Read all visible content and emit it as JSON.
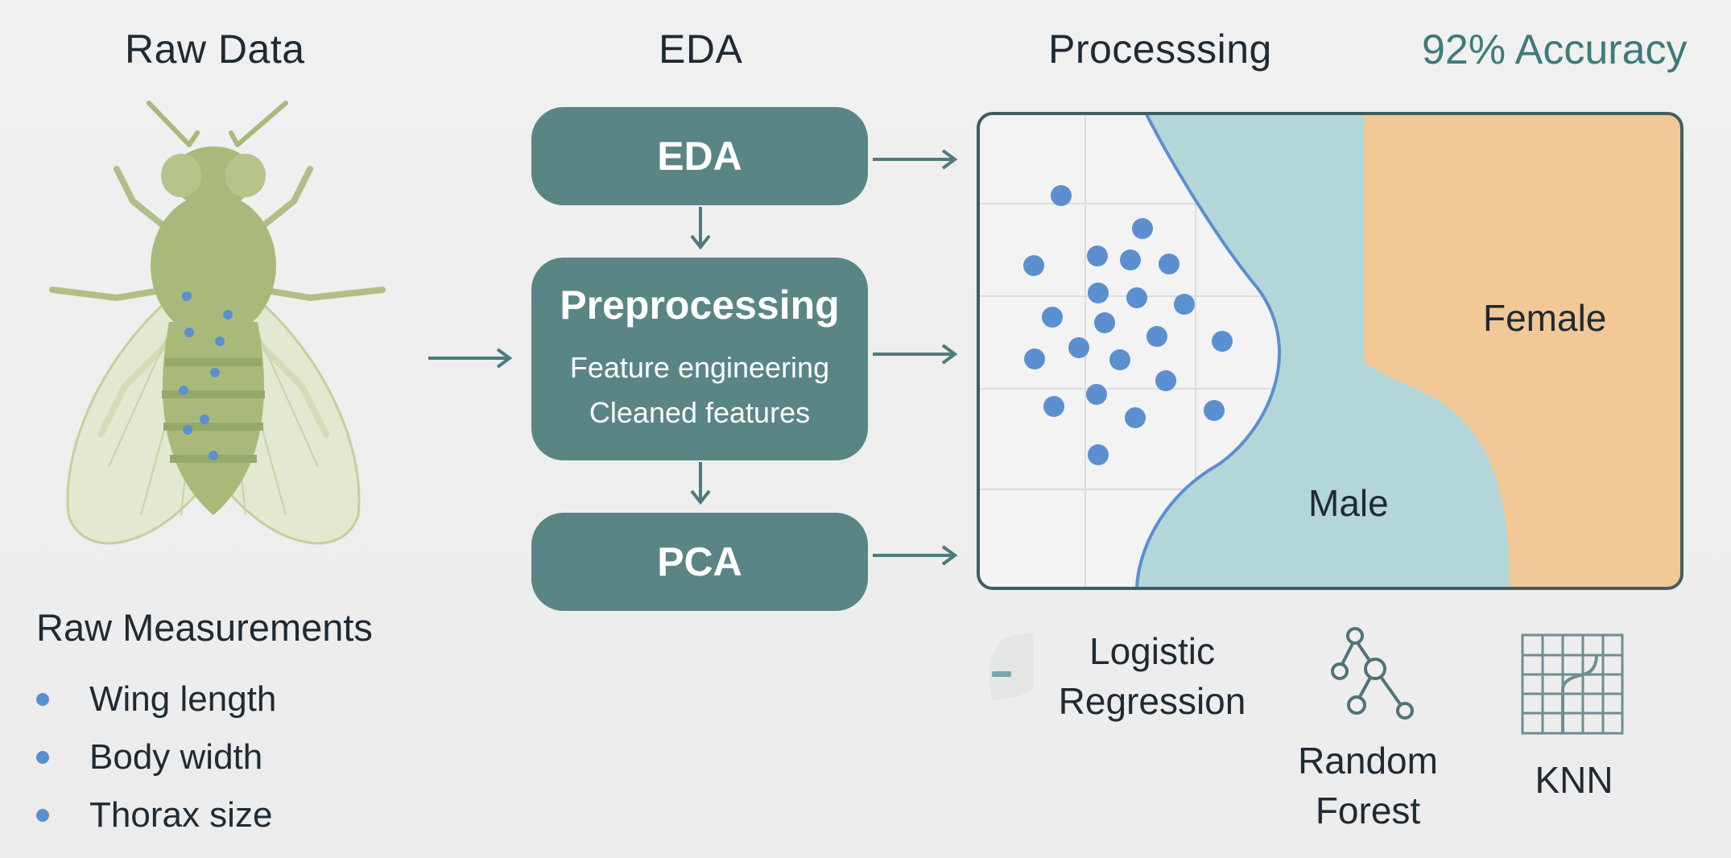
{
  "headings": {
    "raw_data": "Raw Data",
    "eda": "EDA",
    "processing": "Processsing",
    "accuracy": "92% Accuracy"
  },
  "pipeline": {
    "eda_box": "EDA",
    "preprocessing_box": {
      "title": "Preprocessing",
      "line1": "Feature engineering",
      "line2": "Cleaned features"
    },
    "pca_box": "PCA"
  },
  "plot": {
    "region_female": "Female",
    "region_male": "Male"
  },
  "measurements": {
    "title": "Raw Measurements",
    "items": [
      "Wing length",
      "Body width",
      "Thorax size"
    ]
  },
  "models": {
    "logistic_line1": "Logistic",
    "logistic_line2": "Regression",
    "random_forest_line1": "Random",
    "random_forest_line2": "Forest",
    "knn": "KNN"
  },
  "colors": {
    "teal_box": "#5a8585",
    "male_region": "#b3d7d8",
    "female_region": "#f2c896",
    "points": "#5b8fd0",
    "accuracy_text": "#3f7a7a",
    "fly_body": "#a9b97a",
    "arrow": "#4e7b7b"
  },
  "icons": {
    "fly": "fruit-fly-illustration",
    "logistic": "logistic-curve-icon",
    "random_forest": "tree-graph-icon",
    "knn": "grid-icon"
  }
}
